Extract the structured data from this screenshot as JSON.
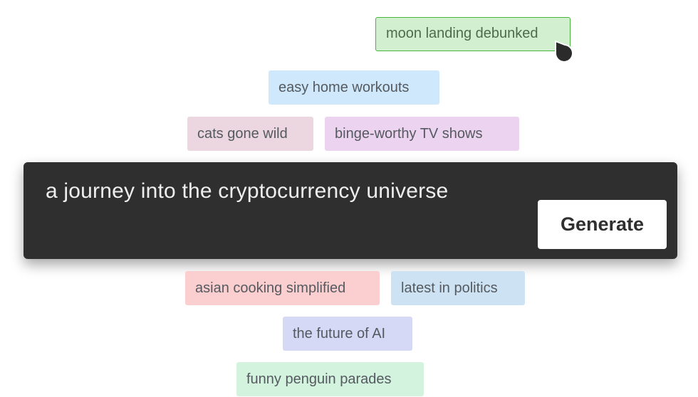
{
  "chips_top": [
    {
      "label": "moon landing debunked",
      "color": "#d2f0cf",
      "state": "hovered"
    },
    {
      "label": "easy home workouts",
      "color": "#cfe8fb"
    },
    {
      "label": "cats gone wild",
      "color": "#ecd6e0"
    },
    {
      "label": "binge-worthy TV shows",
      "color": "#ecd3f0"
    }
  ],
  "prompt": {
    "text": "a journey into the cryptocurrency universe",
    "button_label": "Generate"
  },
  "chips_bottom": [
    {
      "label": "asian cooking simplified",
      "color": "#fbcfcf"
    },
    {
      "label": "latest in politics",
      "color": "#cde3f3"
    },
    {
      "label": "the future of AI",
      "color": "#d6d9f6"
    },
    {
      "label": "funny penguin parades",
      "color": "#d3f3df"
    }
  ],
  "cursor": {
    "icon": "pointer-cursor-icon"
  }
}
